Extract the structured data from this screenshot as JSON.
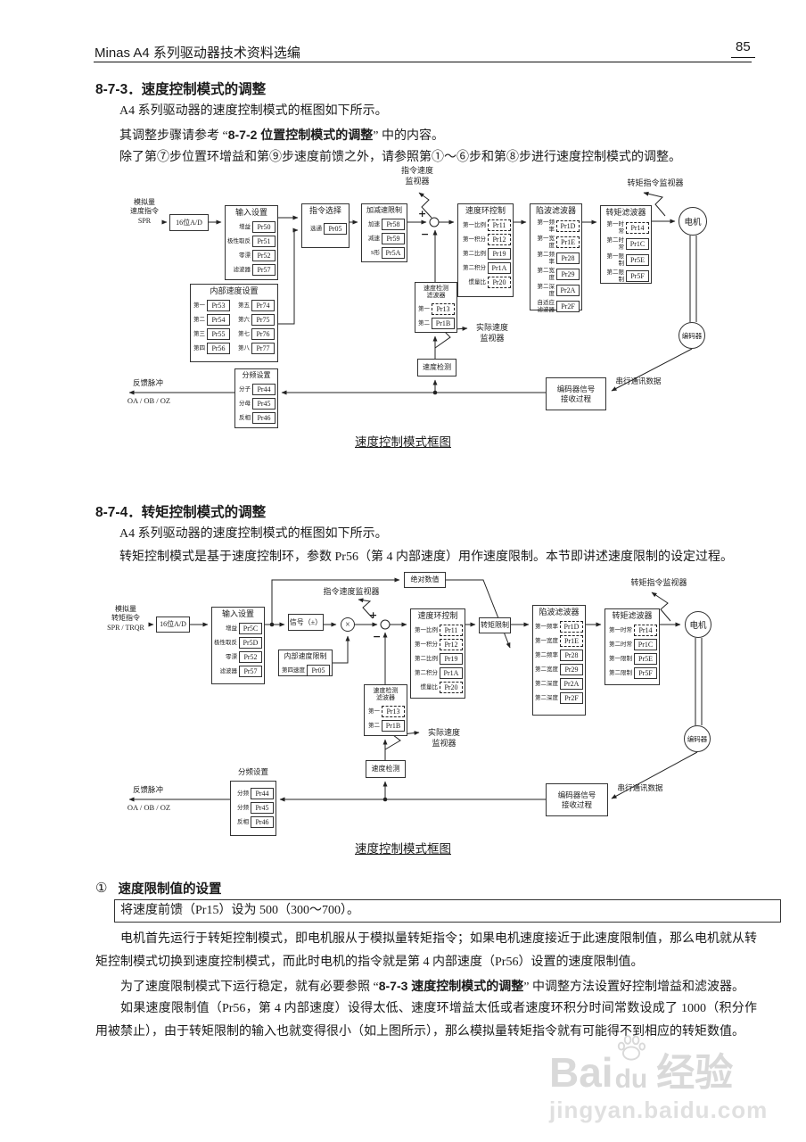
{
  "header": {
    "doc_title": "Minas A4 系列驱动器技术资料选编",
    "page_number": "85"
  },
  "section_873": {
    "heading": "8-7-3．速度控制模式的调整",
    "para1": "A4 系列驱动器的速度控制模式的框图如下所示。",
    "para2_prefix": "其调整步骤请参考 “",
    "para2_bold": "8-7-2 位置控制模式的调整",
    "para2_suffix": "” 中的内容。",
    "para3": "除了第⑦步位置环增益和第⑨步速度前馈之外，请参照第①～⑥步和第⑧步进行速度控制模式的调整。",
    "caption": "速度控制模式框图"
  },
  "section_874": {
    "heading": "8-7-4．转矩控制模式的调整",
    "para1": "A4 系列驱动器的速度控制模式的框图如下所示。",
    "para2": "转矩控制模式是基于速度控制环，参数 Pr56（第 4 内部速度）用作速度限制。本节即讲述速度限制的设定过程。",
    "caption": "速度控制模式框图"
  },
  "diagram1": {
    "analog_input_label": "模拟量\n速度指令\nSPR",
    "adc_label": "16位A/D",
    "cmd_speed_monitor": "指令速度\n监视器",
    "torque_cmd_monitor": "转矩指令监视器",
    "actual_speed_monitor": "实际速度\n监视器",
    "plus": "+",
    "minus": "−",
    "input_box": {
      "title": "输入设置",
      "rows": [
        {
          "label": "增益",
          "value": "Pr50"
        },
        {
          "label": "极性取反",
          "value": "Pr51"
        },
        {
          "label": "零漂",
          "value": "Pr52"
        },
        {
          "label": "滤波器",
          "value": "Pr57"
        }
      ]
    },
    "cmd_select_box": {
      "title": "指令选择",
      "rows": [
        {
          "label": "选通",
          "value": "Pr05"
        }
      ]
    },
    "internal_speed_box": {
      "title": "内部速度设置",
      "rows_left": [
        {
          "label": "第一",
          "value": "Pr53"
        },
        {
          "label": "第二",
          "value": "Pr54"
        },
        {
          "label": "第三",
          "value": "Pr55"
        },
        {
          "label": "第四",
          "value": "Pr56"
        }
      ],
      "rows_right": [
        {
          "label": "第五",
          "value": "Pr74"
        },
        {
          "label": "第六",
          "value": "Pr75"
        },
        {
          "label": "第七",
          "value": "Pr76"
        },
        {
          "label": "第八",
          "value": "Pr77"
        }
      ]
    },
    "accel_box": {
      "title": "加减速限制",
      "rows": [
        {
          "label": "加速",
          "value": "Pr58"
        },
        {
          "label": "减速",
          "value": "Pr59"
        },
        {
          "label": "S形",
          "value": "Pr5A"
        }
      ]
    },
    "speed_loop_box": {
      "title": "速度环控制",
      "rows": [
        {
          "label": "第一比例",
          "value": "Pr11",
          "dashed": true
        },
        {
          "label": "第一积分",
          "value": "Pr12",
          "dashed": true
        },
        {
          "label": "第二比例",
          "value": "Pr19"
        },
        {
          "label": "第二积分",
          "value": "Pr1A"
        },
        {
          "label": "惯量比",
          "value": "Pr20",
          "dashed": true
        }
      ]
    },
    "notch_box": {
      "title": "陷波滤波器",
      "rows": [
        {
          "label": "第一频率",
          "value": "Pr1D",
          "dashed": true
        },
        {
          "label": "第一宽度",
          "value": "Pr1E",
          "dashed": true
        },
        {
          "label": "第二频率",
          "value": "Pr28"
        },
        {
          "label": "第二宽度",
          "value": "Pr29"
        },
        {
          "label": "第二深度",
          "value": "Pr2A"
        },
        {
          "label": "自适应\n滤波器",
          "value": "Pr2F"
        }
      ]
    },
    "torque_filter_box": {
      "title": "转矩滤波器",
      "rows": [
        {
          "label": "第一时常",
          "value": "Pr14",
          "dashed": true
        },
        {
          "label": "第二时常",
          "value": "Pr1C"
        },
        {
          "label": "第一限制",
          "value": "Pr5E"
        },
        {
          "label": "第二限制",
          "value": "Pr5F"
        }
      ]
    },
    "speed_det_filter_box": {
      "title": "速度检测\n滤波器",
      "rows": [
        {
          "label": "第一",
          "value": "Pr13",
          "dashed": true
        },
        {
          "label": "第二",
          "value": "Pr1B"
        }
      ]
    },
    "speed_detect_box": "速度检测",
    "divider_box": {
      "title": "分频设置",
      "rows": [
        {
          "label": "分子",
          "value": "Pr44"
        },
        {
          "label": "分母",
          "value": "Pr45"
        },
        {
          "label": "反相",
          "value": "Pr46"
        }
      ]
    },
    "feedback_pulse_line1": "反馈脉冲",
    "feedback_pulse_line2": "OA / OB / OZ",
    "motor": "电机",
    "encoder": "编码器",
    "encoder_recv_box": "编码器信号\n接收过程",
    "serial_data_label": "串行通讯数据"
  },
  "diagram2": {
    "analog_input_label": "模拟量\n转矩指令\nSPR / TRQR",
    "adc_label": "16位A/D",
    "abs_value_box": "绝对数值",
    "cmd_speed_monitor": "指令速度监视器",
    "torque_cmd_monitor": "转矩指令监视器",
    "actual_speed_monitor": "实际速度\n监视器",
    "multiply": "×",
    "plus": "+",
    "minus": "−",
    "input_box": {
      "title": "输入设置",
      "rows": [
        {
          "label": "增益",
          "value": "Pr5C"
        },
        {
          "label": "极性取反",
          "value": "Pr5D"
        },
        {
          "label": "零漂",
          "value": "Pr52"
        },
        {
          "label": "滤波器",
          "value": "Pr57"
        }
      ]
    },
    "signal_box": "信号（±）",
    "internal_limit_box": {
      "title": "内部速度限制",
      "rows": [
        {
          "label": "第四速度",
          "value": "Pr05"
        }
      ]
    },
    "speed_loop_box": {
      "title": "速度环控制",
      "rows": [
        {
          "label": "第一比例",
          "value": "Pr11",
          "dashed": true
        },
        {
          "label": "第一积分",
          "value": "Pr12",
          "dashed": true
        },
        {
          "label": "第二比例",
          "value": "Pr19"
        },
        {
          "label": "第二积分",
          "value": "Pr1A"
        },
        {
          "label": "惯量比",
          "value": "Pr20",
          "dashed": true
        }
      ]
    },
    "torque_limit_box": "转矩限制",
    "notch_box": {
      "title": "陷波滤波器",
      "rows": [
        {
          "label": "第一频率",
          "value": "Pr1D",
          "dashed": true
        },
        {
          "label": "第一宽度",
          "value": "Pr1E",
          "dashed": true
        },
        {
          "label": "第二频率",
          "value": "Pr28"
        },
        {
          "label": "第二宽度",
          "value": "Pr29"
        },
        {
          "label": "第二深度",
          "value": "Pr2A"
        },
        {
          "label": "第二深度",
          "value": "Pr2F"
        }
      ]
    },
    "torque_filter_box": {
      "title": "转矩滤波器",
      "rows": [
        {
          "label": "第一时常",
          "value": "Pr14",
          "dashed": true
        },
        {
          "label": "第二时常",
          "value": "Pr1C"
        },
        {
          "label": "第一限制",
          "value": "Pr5E"
        },
        {
          "label": "第二限制",
          "value": "Pr5F"
        }
      ]
    },
    "speed_det_filter_box": {
      "title": "速度检测\n滤波器",
      "rows": [
        {
          "label": "第一",
          "value": "Pr13",
          "dashed": true
        },
        {
          "label": "第二",
          "value": "Pr1B"
        }
      ]
    },
    "speed_detect_box": "速度检测",
    "divider_label": "分频设置",
    "divider_box": {
      "rows": [
        {
          "label": "分频",
          "value": "Pr44"
        },
        {
          "label": "分频",
          "value": "Pr45"
        },
        {
          "label": "反相",
          "value": "Pr46"
        }
      ]
    },
    "feedback_pulse_line1": "反馈脉冲",
    "feedback_pulse_line2": "OA / OB / OZ",
    "motor": "电机",
    "encoder": "编码器",
    "encoder_recv_box": "编码器信号\n接收过程",
    "serial_data_label": "串行通讯数据"
  },
  "note_section": {
    "num": "①",
    "heading": "速度限制值的设置",
    "boxed_text": "将速度前馈（Pr15）设为 500（300～700）。",
    "para1": "电机首先运行于转矩控制模式，即电机服从于模拟量转矩指令；如果电机速度接近于此速度限制值，那么电机就从转矩控制模式切换到速度控制模式，而此时电机的指令就是第 4 内部速度（Pr56）设置的速度限制值。",
    "para2_prefix": "为了速度限制模式下运行稳定，就有必要参照 “",
    "para2_bold": "8-7-3 速度控制模式的调整",
    "para2_suffix": "” 中调整方法设置好控制增益和滤波器。",
    "para3": "如果速度限制值（Pr56，第 4 内部速度）设得太低、速度环增益太低或者速度环积分时间常数设成了 1000（积分作用被禁止），由于转矩限制的输入也就变得很小（如上图所示），那么模拟量转矩指令就有可能得不到相应的转矩数值。"
  },
  "watermark": {
    "brand_left": "Bai",
    "brand_right": "du",
    "brand_cn": "经验",
    "url": "jingyan.baidu.com"
  }
}
